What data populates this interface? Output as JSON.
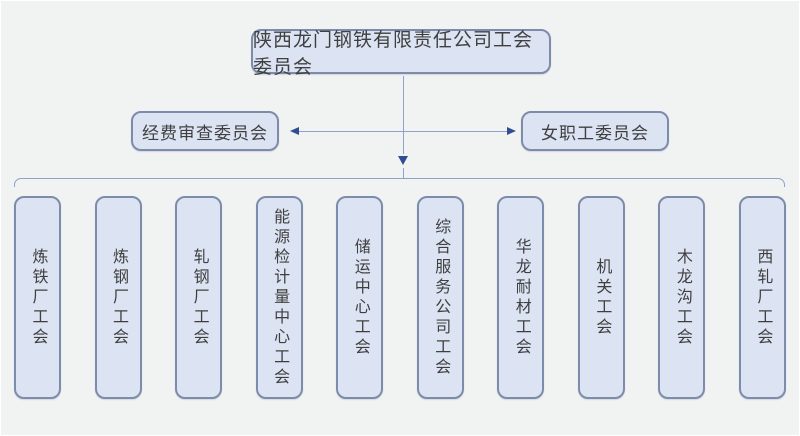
{
  "title": "陕西龙门钢铁有限责任公司工会委员会",
  "committees": {
    "left": {
      "label": "经费审查委员会"
    },
    "right": {
      "label": "女职工委员会"
    }
  },
  "units": [
    {
      "label": "炼铁厂工会"
    },
    {
      "label": "炼钢厂工会"
    },
    {
      "label": "轧钢厂工会"
    },
    {
      "label": "能源检计量中心工会"
    },
    {
      "label": "储运中心工会"
    },
    {
      "label": "综合服务公司工会"
    },
    {
      "label": "华龙耐材工会"
    },
    {
      "label": "机关工会"
    },
    {
      "label": "木龙沟工会"
    },
    {
      "label": "西轧厂工会"
    }
  ],
  "colors": {
    "bg": "#f1f2f2",
    "box-fill": "#dce4f3",
    "box-border": "#7d8cab",
    "line": "#8da3cd",
    "arrow": "#2e4d93",
    "text": "#3f3f3f"
  }
}
